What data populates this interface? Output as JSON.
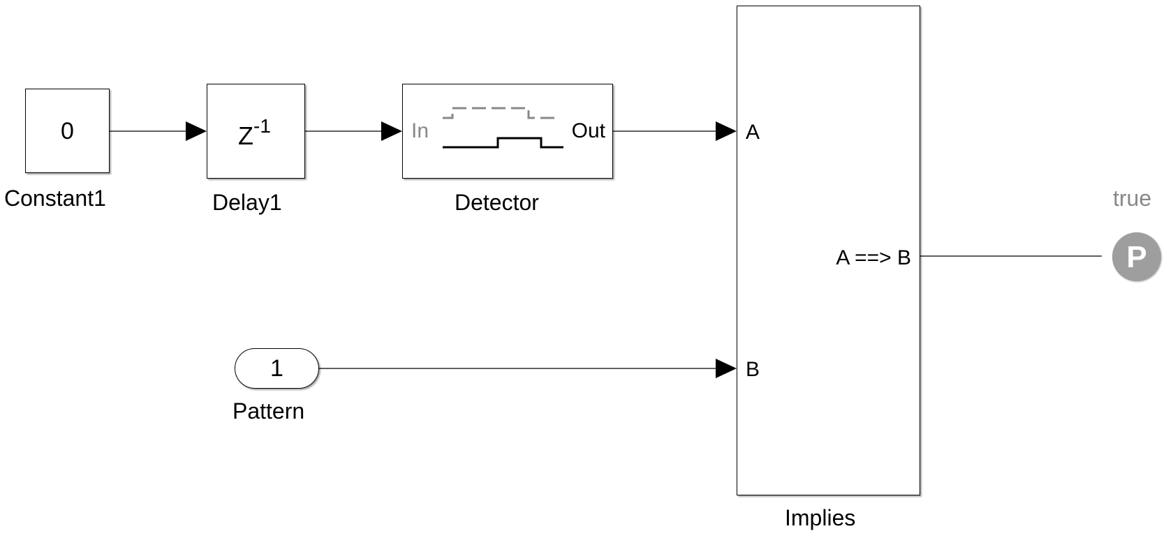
{
  "blocks": {
    "constant": {
      "value": "0",
      "name": "Constant1"
    },
    "delay": {
      "symbol": "Z",
      "exponent": "-1",
      "name": "Delay1"
    },
    "detector": {
      "in_port": "In",
      "out_port": "Out",
      "name": "Detector"
    },
    "pattern": {
      "value": "1",
      "name": "Pattern"
    },
    "implies": {
      "port_a": "A",
      "port_b": "B",
      "out_port": "A ==> B",
      "name": "Implies"
    },
    "proof": {
      "status": "true",
      "glyph": "P"
    }
  },
  "colors": {
    "line": "#000000",
    "gray_text": "#888888",
    "proof_circle": "#9e9e9e"
  }
}
